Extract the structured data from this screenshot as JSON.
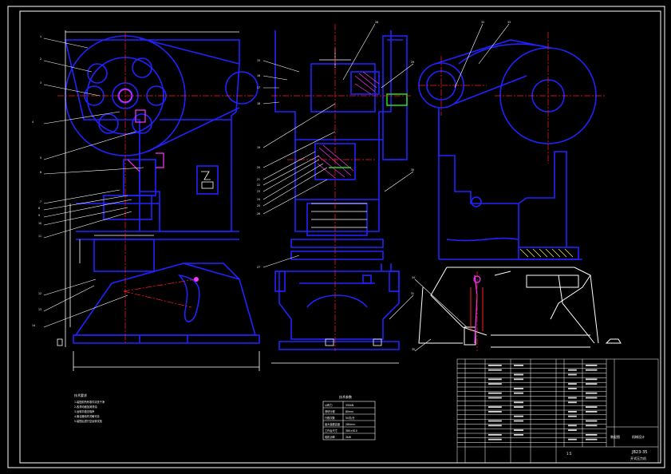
{
  "colors": {
    "background": "#000000",
    "outline": "#2222ff",
    "white": "#ffffff",
    "centerline": "#ff2020",
    "green": "#20e020",
    "magenta": "#ff33ff",
    "yellow": "#ffff55"
  },
  "title_block": {
    "drawing_number": "JB23-35",
    "drawing_name": "开式压力机",
    "school": "机械设计",
    "scale": "1:5",
    "material": "",
    "sheet_label": "装配图"
  },
  "tech_requirements": {
    "heading": "技术要求",
    "lines": [
      "1.装配前所有零件清洗干净",
      "2.各滑动面加润滑油",
      "3.运转平稳无噪声",
      "4.离合器动作灵敏可靠",
      "5.装配后进行空运转试验"
    ]
  },
  "spec_table": {
    "heading": "技术参数",
    "rows": [
      [
        "公称力",
        "350kN"
      ],
      [
        "滑块行程",
        "80mm"
      ],
      [
        "行程次数",
        "50次/分"
      ],
      [
        "最大装模高度",
        "280mm"
      ],
      [
        "工作台尺寸",
        "380×610"
      ],
      [
        "电机功率",
        "3kW"
      ]
    ]
  },
  "callouts_left": [
    "1",
    "2",
    "3",
    "4",
    "5",
    "6",
    "7",
    "8",
    "9",
    "10",
    "11",
    "12",
    "13",
    "14"
  ],
  "callouts_mid": [
    "15",
    "16",
    "17",
    "18",
    "19",
    "20",
    "21",
    "22",
    "23",
    "24",
    "25",
    "26",
    "27",
    "28",
    "29",
    "30",
    "31"
  ],
  "callouts_right": [
    "32",
    "33",
    "34",
    "35",
    "36"
  ]
}
